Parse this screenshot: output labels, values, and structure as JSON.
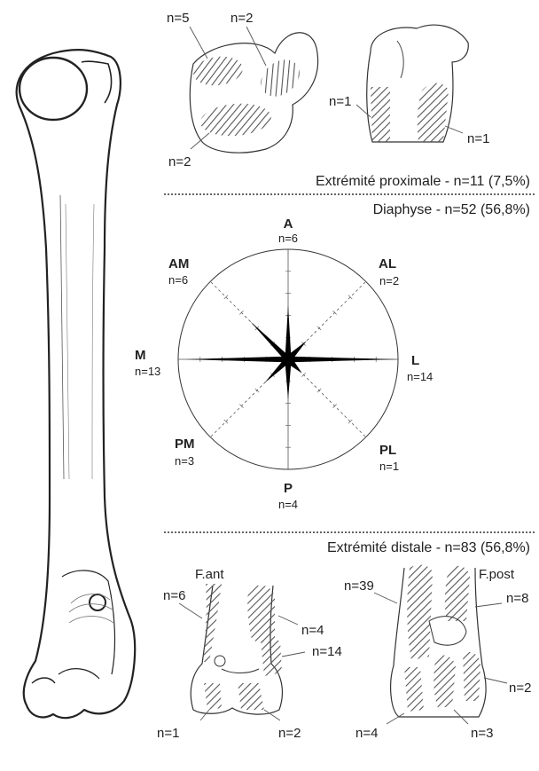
{
  "sections": {
    "proximal": {
      "caption": "Extrémité proximale - n=11 (7,5%)",
      "counts": [
        "n=5",
        "n=2",
        "n=2",
        "n=1",
        "n=1"
      ]
    },
    "diaphysis": {
      "caption": "Diaphyse  - n=52 (56,8%)",
      "rose": {
        "directions": [
          {
            "code": "A",
            "label": "n=6",
            "n": 6
          },
          {
            "code": "AL",
            "label": "n=2",
            "n": 2
          },
          {
            "code": "L",
            "label": "n=14",
            "n": 14
          },
          {
            "code": "PL",
            "label": "n=1",
            "n": 1
          },
          {
            "code": "P",
            "label": "n=4",
            "n": 4
          },
          {
            "code": "PM",
            "label": "n=3",
            "n": 3
          },
          {
            "code": "M",
            "label": "n=13",
            "n": 13
          },
          {
            "code": "AM",
            "label": "n=6",
            "n": 6
          }
        ],
        "max": 14
      }
    },
    "distal": {
      "caption": "Extrémité distale - n=83 (56,8%)",
      "anterior": {
        "title": "F.ant",
        "counts": [
          "n=6",
          "n=4",
          "n=14",
          "n=1",
          "n=2"
        ]
      },
      "posterior": {
        "title": "F.post",
        "counts": [
          "n=39",
          "n=8",
          "n=2",
          "n=4",
          "n=3"
        ]
      }
    }
  },
  "colors": {
    "ink": "#222222",
    "hatch": "#555555",
    "rose_fill": "#000000"
  },
  "icons": [
    "humerus-bone-illustration"
  ]
}
